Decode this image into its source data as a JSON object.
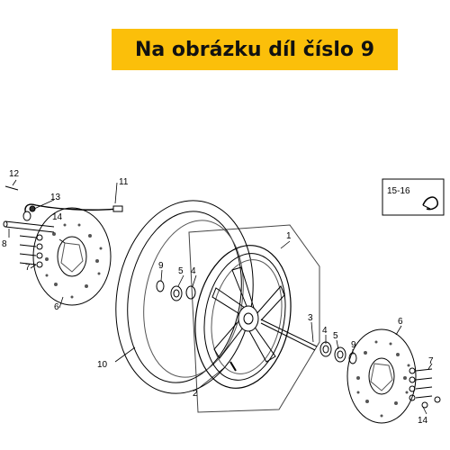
{
  "banner": {
    "title": "Na obrázku díl číslo 9",
    "background": "#fbbf0a"
  },
  "inset": {
    "label": "15-16"
  },
  "labels": {
    "l1": "1",
    "l2": "2",
    "l3": "3",
    "l4a": "4",
    "l4b": "4",
    "l5a": "5",
    "l5b": "5",
    "l6a": "6",
    "l6b": "6",
    "l7a": "7",
    "l7b": "7",
    "l8": "8",
    "l9a": "9",
    "l9b": "9",
    "l10": "10",
    "l11": "11",
    "l12": "12",
    "l13": "13",
    "l14a": "14",
    "l14b": "14"
  }
}
